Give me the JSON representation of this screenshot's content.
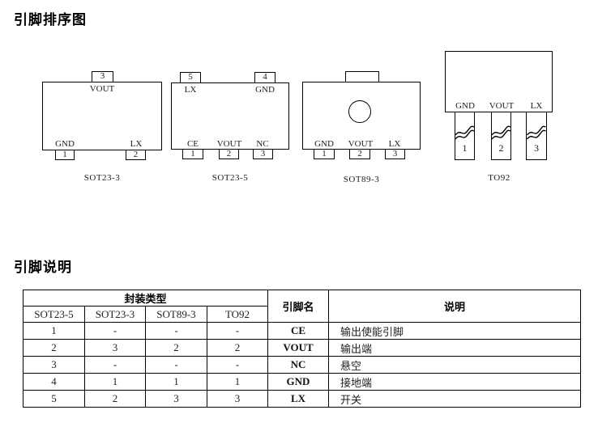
{
  "titles": {
    "pin_diagram": "引脚排序图",
    "pin_description": "引脚说明"
  },
  "packages": {
    "sot23_3": {
      "caption": "SOT23-3",
      "top_pin": {
        "num": "3",
        "label": "VOUT"
      },
      "bottom_pins": [
        {
          "num": "1",
          "label": "GND"
        },
        {
          "num": "2",
          "label": "LX"
        }
      ]
    },
    "sot23_5": {
      "caption": "SOT23-5",
      "top_pins": [
        {
          "num": "5",
          "label": "LX"
        },
        {
          "num": "4",
          "label": "GND"
        }
      ],
      "bottom_pins": [
        {
          "num": "1",
          "label": "CE"
        },
        {
          "num": "2",
          "label": "VOUT"
        },
        {
          "num": "3",
          "label": "NC"
        }
      ]
    },
    "sot89_3": {
      "caption": "SOT89-3",
      "bottom_pins": [
        {
          "num": "1",
          "label": "GND"
        },
        {
          "num": "2",
          "label": "VOUT"
        },
        {
          "num": "3",
          "label": "LX"
        }
      ]
    },
    "to92": {
      "caption": "TO92",
      "pin_labels": [
        "GND",
        "VOUT",
        "LX"
      ],
      "leg_numbers": [
        "1",
        "2",
        "3"
      ]
    }
  },
  "pin_table": {
    "package_type_header": "封装类型",
    "package_columns": [
      "SOT23-5",
      "SOT23-3",
      "SOT89-3",
      "TO92"
    ],
    "pin_name_header": "引脚名",
    "description_header": "说明",
    "rows": [
      {
        "pins": [
          "1",
          "-",
          "-",
          "-"
        ],
        "name": "CE",
        "description": "输出使能引脚"
      },
      {
        "pins": [
          "2",
          "3",
          "2",
          "2"
        ],
        "name": "VOUT",
        "description": "输出端"
      },
      {
        "pins": [
          "3",
          "-",
          "-",
          "-"
        ],
        "name": "NC",
        "description": "悬空"
      },
      {
        "pins": [
          "4",
          "1",
          "1",
          "1"
        ],
        "name": "GND",
        "description": "接地端"
      },
      {
        "pins": [
          "5",
          "2",
          "3",
          "3"
        ],
        "name": "LX",
        "description": "开关"
      }
    ]
  },
  "colors": {
    "line": "#000000",
    "text": "#1c1c1c",
    "background": "#ffffff"
  }
}
